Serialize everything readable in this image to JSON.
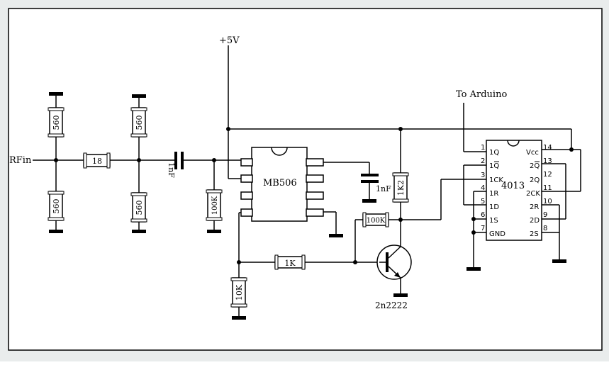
{
  "labels": {
    "rf_in": "RFin",
    "vcc": "+5V",
    "to_arduino": "To Arduino",
    "prescaler_ic": "MB506",
    "flipflop_ic": "4013",
    "transistor": "2n2222"
  },
  "components": {
    "r_top_left": "560",
    "r_bot_left": "560",
    "r_series": "18",
    "r_top_mid": "560",
    "r_bot_mid": "560",
    "c_input": "1nF",
    "r_mb_in": "100K",
    "c_decouple": "1nF",
    "r_collector": "1K2",
    "r_feedback": "100K",
    "r_base": "1K",
    "r_emitter_bias": "10K"
  },
  "ff_pins": {
    "left_numbers": [
      "1",
      "2",
      "3",
      "4",
      "5",
      "6",
      "7"
    ],
    "left_names": [
      "1Q",
      "1Q",
      "1CK",
      "1R",
      "1D",
      "1S",
      "GND"
    ],
    "right_numbers": [
      "14",
      "13",
      "12",
      "11",
      "10",
      "9",
      "8"
    ],
    "right_names": [
      "Vcc",
      "2Q",
      "2Q",
      "2CK",
      "2R",
      "2D",
      "2S"
    ]
  }
}
